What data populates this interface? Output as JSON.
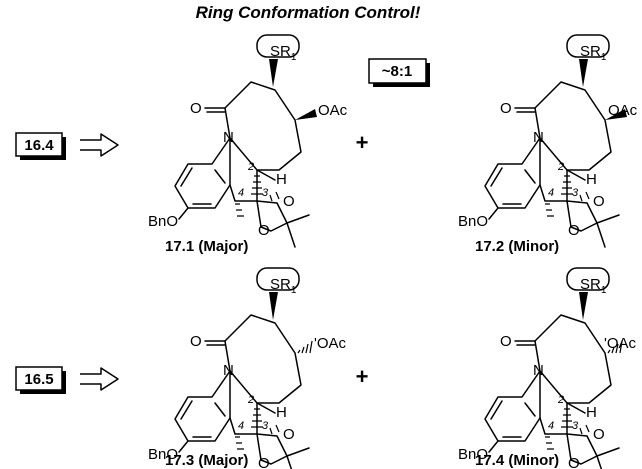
{
  "title": "Ring Conformation Control!",
  "ratio_label": "~8:1",
  "plus_sign": "+",
  "substituent_labels": {
    "sulfide": "SR",
    "sulfide_subscript": "1",
    "acetate": "OAc",
    "benzyl_ether": "BnO",
    "ketone_oxygen": "O",
    "amide_nitrogen": "N",
    "ring_hydrogen": "H",
    "acetonide_oxygen": "O"
  },
  "atom_numbers": [
    "2",
    "3",
    "4"
  ],
  "rows": [
    {
      "starting_material": "16.4",
      "products": [
        {
          "label": "17.1 (Major)",
          "acetate_stereo": "wedge"
        },
        {
          "label": "17.2 (Minor)",
          "acetate_stereo": "wedge"
        }
      ]
    },
    {
      "starting_material": "16.5",
      "products": [
        {
          "label": "17.3 (Major)",
          "acetate_stereo": "hash"
        },
        {
          "label": "17.4 (Minor)",
          "acetate_stereo": "hash"
        }
      ]
    }
  ]
}
